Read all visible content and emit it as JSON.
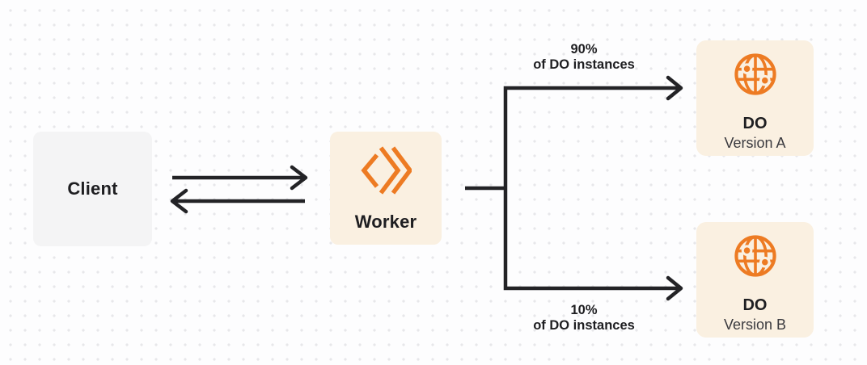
{
  "colors": {
    "bg": "#fdfdfe",
    "dot": "#e7e7ea",
    "box_gray": "#f4f4f5",
    "cream": "#faf0e1",
    "orange": "#ed7b23",
    "line": "#232326",
    "text": "#1e1e21",
    "subtext": "#3a3a3f"
  },
  "icons": {
    "worker": "workers-chevrons-icon",
    "durable_object": "globe-icon"
  },
  "nodes": {
    "client": {
      "label": "Client"
    },
    "worker": {
      "label": "Worker"
    },
    "do_version_a": {
      "title": "DO",
      "subtitle": "Version A"
    },
    "do_version_b": {
      "title": "DO",
      "subtitle": "Version B"
    }
  },
  "edges": {
    "to_version_a": {
      "percent": "90%",
      "caption": "of DO instances"
    },
    "to_version_b": {
      "percent": "10%",
      "caption": "of DO instances"
    }
  }
}
